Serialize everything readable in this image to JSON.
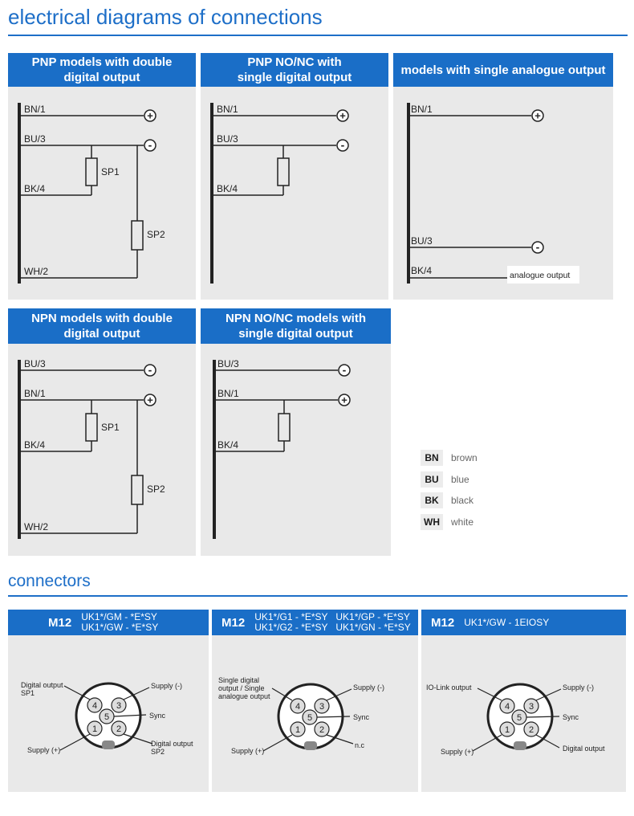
{
  "sections": {
    "diagrams_title": "electrical diagrams of connections",
    "connectors_title": "connectors"
  },
  "panels": [
    {
      "title_lines": [
        "PNP models with double",
        "digital output"
      ],
      "labels": {
        "bn1": "BN/1",
        "bu3": "BU/3",
        "bk4": "BK/4",
        "wh2": "WH/2",
        "sp1": "SP1",
        "sp2": "SP2"
      }
    },
    {
      "title_lines": [
        "PNP NO/NC with",
        "single digital output"
      ],
      "labels": {
        "bn1": "BN/1",
        "bu3": "BU/3",
        "bk4": "BK/4"
      }
    },
    {
      "title_lines": [
        "models with single analogue output"
      ],
      "labels": {
        "bn1": "BN/1",
        "bu3": "BU/3",
        "bk4": "BK/4",
        "analog": "analogue output"
      }
    },
    {
      "title_lines": [
        "NPN models with double",
        "digital  output"
      ],
      "labels": {
        "bu3": "BU/3",
        "bn1": "BN/1",
        "bk4": "BK/4",
        "wh2": "WH/2",
        "sp1": "SP1",
        "sp2": "SP2"
      }
    },
    {
      "title_lines": [
        "NPN NO/NC models with",
        "single digital output"
      ],
      "labels": {
        "bu3": "BU/3",
        "bn1": "BN/1",
        "bk4": "BK/4"
      }
    }
  ],
  "symbols": {
    "plus": "+",
    "minus": "-"
  },
  "legend": [
    {
      "code": "BN",
      "text": "brown"
    },
    {
      "code": "BU",
      "text": "blue"
    },
    {
      "code": "BK",
      "text": "black"
    },
    {
      "code": "WH",
      "text": "white"
    }
  ],
  "connectors": [
    {
      "type": "M12",
      "codes": [
        "UK1*/GM - *E*SY",
        "UK1*/GW - *E*SY"
      ],
      "pins": [
        "1",
        "2",
        "3",
        "4",
        "5"
      ],
      "labels": {
        "tl1": "Digital output",
        "tl2": "SP1",
        "tr": "Supply (-)",
        "r": "Sync",
        "bl": "Supply (+)",
        "br1": "Digital output",
        "br2": "SP2"
      }
    },
    {
      "type": "M12",
      "codes": [
        "UK1*/G1 - *E*SY   UK1*/GP - *E*SY",
        "UK1*/G2 - *E*SY   UK1*/GN - *E*SY"
      ],
      "pins": [
        "1",
        "2",
        "3",
        "4",
        "5"
      ],
      "labels": {
        "tl1": "Single digital",
        "tl2": "output / Single",
        "tl3": "analogue output",
        "tr": "Supply (-)",
        "r": "Sync",
        "bl": "Supply (+)",
        "br1": "n.c"
      }
    },
    {
      "type": "M12",
      "codes": [
        "UK1*/GW - 1EIOSY"
      ],
      "pins": [
        "1",
        "2",
        "3",
        "4",
        "5"
      ],
      "labels": {
        "tl1": "IO-Link output",
        "tr": "Supply (-)",
        "r": "Sync",
        "bl": "Supply (+)",
        "br1": "Digital output"
      }
    }
  ],
  "colors": {
    "accent": "#1a6ec7",
    "panel_bg": "#e9e9e9",
    "line": "#222222"
  }
}
